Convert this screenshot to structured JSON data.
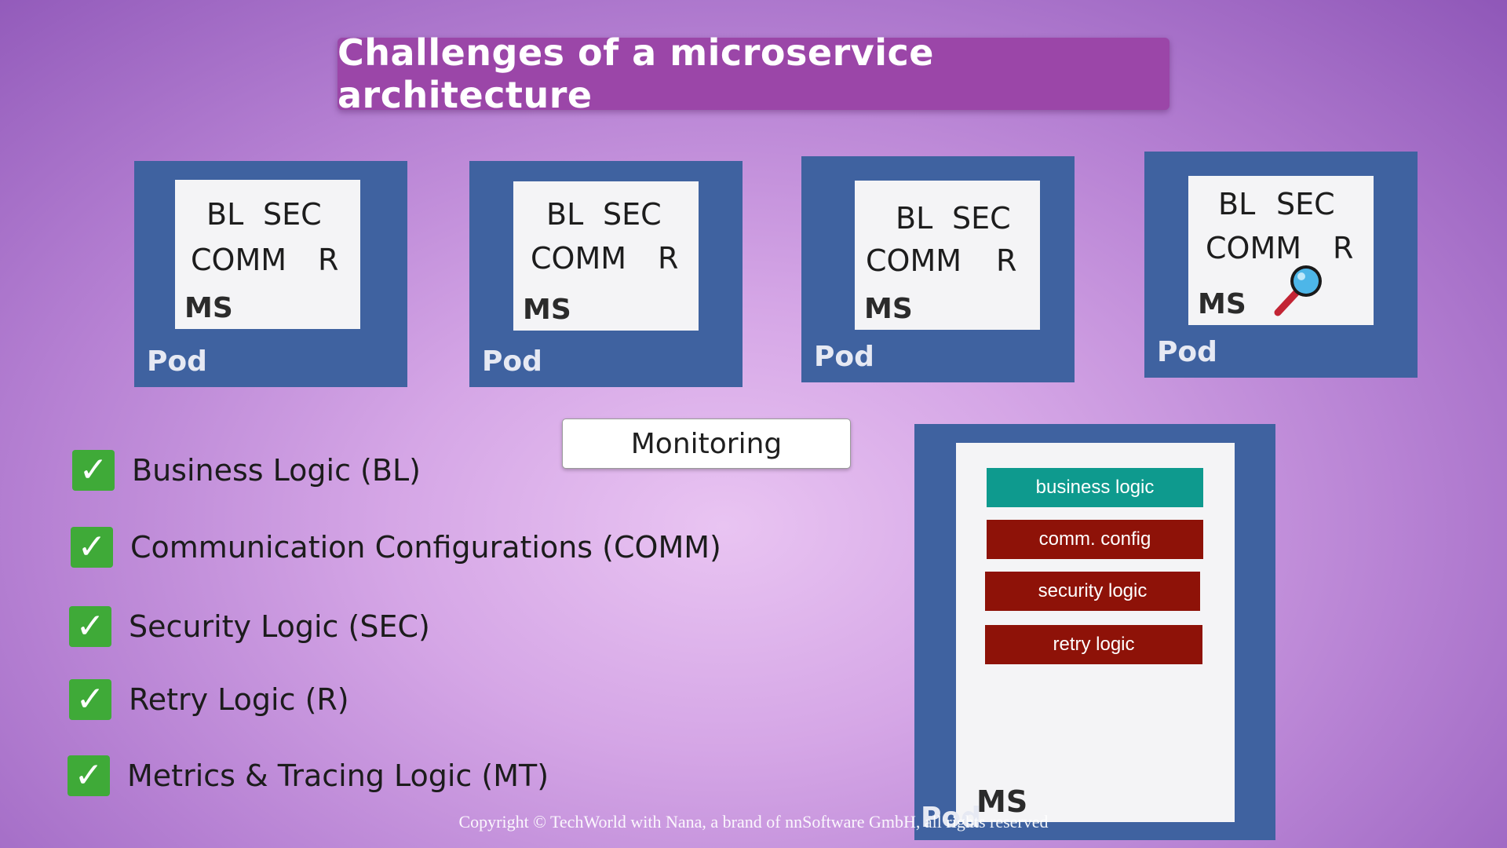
{
  "title": "Challenges of a microservice architecture",
  "pods": [
    {
      "bl": "BL",
      "sec": "SEC",
      "comm": "COMM",
      "r": "R",
      "ms": "MS",
      "pod": "Pod"
    },
    {
      "bl": "BL",
      "sec": "SEC",
      "comm": "COMM",
      "r": "R",
      "ms": "MS",
      "pod": "Pod"
    },
    {
      "bl": "BL",
      "sec": "SEC",
      "comm": "COMM",
      "r": "R",
      "ms": "MS",
      "pod": "Pod"
    },
    {
      "bl": "BL",
      "sec": "SEC",
      "comm": "COMM",
      "r": "R",
      "ms": "MS",
      "pod": "Pod",
      "icon": "magnifier-icon"
    }
  ],
  "monitoring_label": "Monitoring",
  "legend": [
    {
      "label": "Business Logic (BL)",
      "icon": "check-icon"
    },
    {
      "label": "Communication Configurations (COMM)",
      "icon": "check-icon"
    },
    {
      "label": "Security Logic (SEC)",
      "icon": "check-icon"
    },
    {
      "label": "Retry Logic (R)",
      "icon": "check-icon"
    },
    {
      "label": "Metrics & Tracing Logic (MT)",
      "icon": "check-icon"
    }
  ],
  "detail_pod": {
    "components": [
      {
        "label": "business logic",
        "color": "#0e9a8e"
      },
      {
        "label": "comm. config",
        "color": "#8e1208"
      },
      {
        "label": "security logic",
        "color": "#8e1208"
      },
      {
        "label": "retry logic",
        "color": "#8e1208"
      }
    ],
    "ms": "MS",
    "pod": "Pod"
  },
  "copyright": "Copyright © TechWorld with Nana, a brand of nnSoftware GmbH, all rights reserved",
  "colors": {
    "pod_blue": "#3f62a0",
    "title_purple": "#9b46a8",
    "check_green": "#3faa38",
    "teal": "#0e9a8e",
    "dark_red": "#8e1208"
  }
}
